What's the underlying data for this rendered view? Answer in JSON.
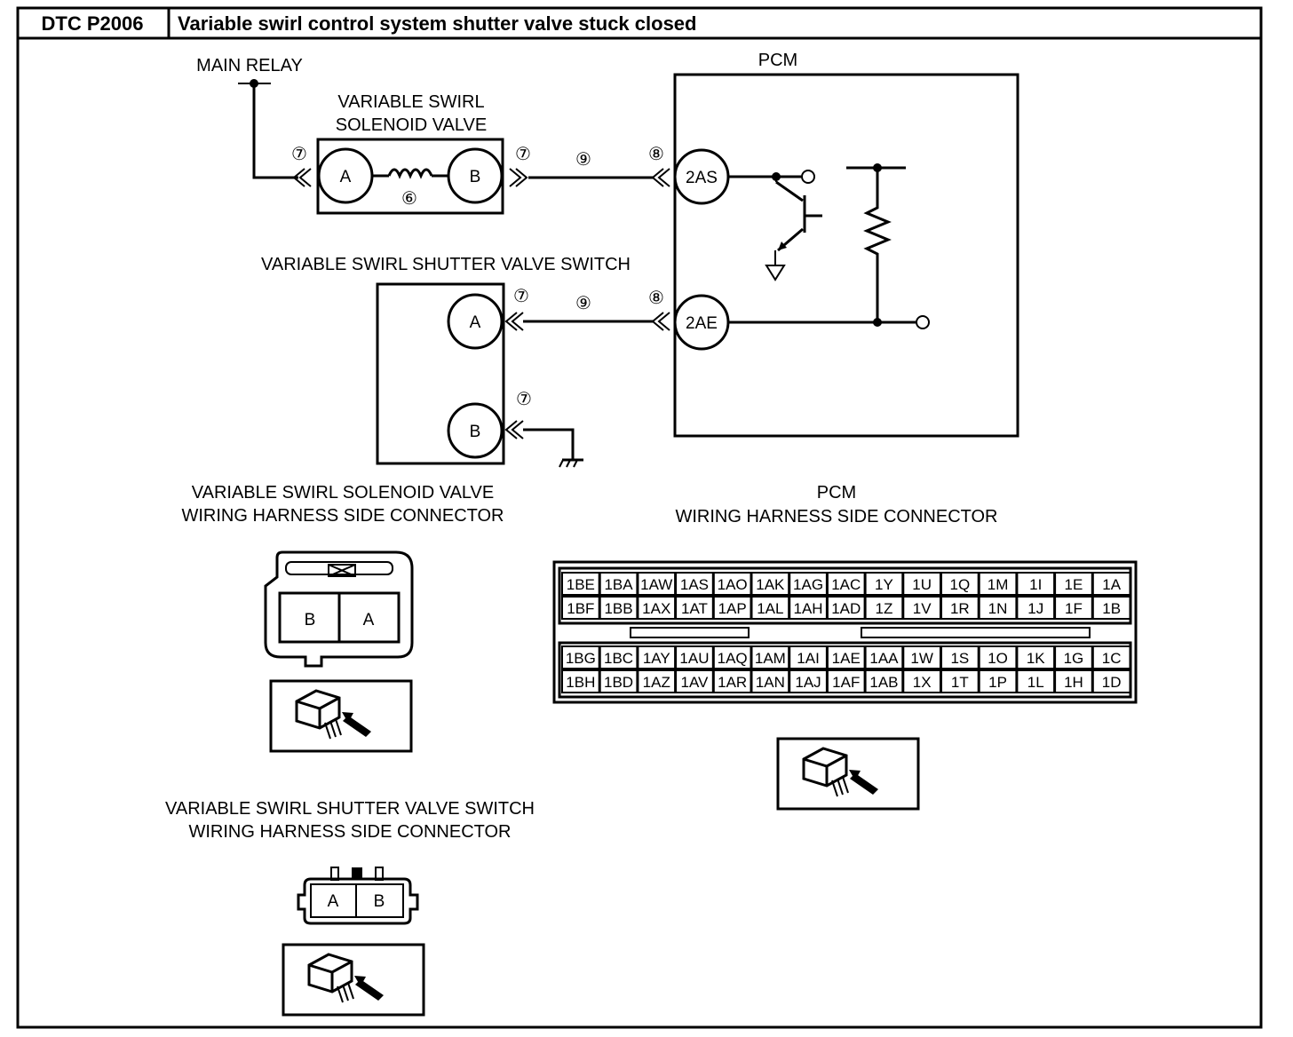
{
  "header": {
    "code": "DTC P2006",
    "title": "Variable swirl control system shutter valve stuck closed"
  },
  "schematic": {
    "main_relay": "MAIN RELAY",
    "pcm_label": "PCM",
    "solenoid_title_1": "VARIABLE SWIRL",
    "solenoid_title_2": "SOLENOID VALVE",
    "switch_title": "VARIABLE SWIRL SHUTTER VALVE SWITCH",
    "pins": {
      "sol_a": "A",
      "sol_b": "B",
      "sw_a": "A",
      "sw_b": "B",
      "pcm_2as": "2AS",
      "pcm_2ae": "2AE"
    },
    "callouts": {
      "c7": "⑦",
      "c6": "⑥",
      "c8": "⑧",
      "c9": "⑨"
    }
  },
  "connectors": {
    "solenoid": {
      "title_1": "VARIABLE SWIRL SOLENOID VALVE",
      "title_2": "WIRING HARNESS SIDE CONNECTOR",
      "pins": [
        "B",
        "A"
      ]
    },
    "switch": {
      "title_1": "VARIABLE SWIRL SHUTTER VALVE SWITCH",
      "title_2": "WIRING HARNESS SIDE CONNECTOR",
      "pins": [
        "A",
        "B"
      ]
    },
    "pcm": {
      "title_1": "PCM",
      "title_2": "WIRING HARNESS SIDE CONNECTOR",
      "upper_rows": [
        [
          "1BE",
          "1BA",
          "1AW",
          "1AS",
          "1AO",
          "1AK",
          "1AG",
          "1AC",
          "1Y",
          "1U",
          "1Q",
          "1M",
          "1I",
          "1E",
          "1A"
        ],
        [
          "1BF",
          "1BB",
          "1AX",
          "1AT",
          "1AP",
          "1AL",
          "1AH",
          "1AD",
          "1Z",
          "1V",
          "1R",
          "1N",
          "1J",
          "1F",
          "1B"
        ]
      ],
      "lower_rows": [
        [
          "1BG",
          "1BC",
          "1AY",
          "1AU",
          "1AQ",
          "1AM",
          "1AI",
          "1AE",
          "1AA",
          "1W",
          "1S",
          "1O",
          "1K",
          "1G",
          "1C"
        ],
        [
          "1BH",
          "1BD",
          "1AZ",
          "1AV",
          "1AR",
          "1AN",
          "1AJ",
          "1AF",
          "1AB",
          "1X",
          "1T",
          "1P",
          "1L",
          "1H",
          "1D"
        ]
      ]
    }
  },
  "icons": [
    "connector-view-icon",
    "ground-icon",
    "resistor-icon",
    "transistor-icon",
    "coil-icon"
  ]
}
